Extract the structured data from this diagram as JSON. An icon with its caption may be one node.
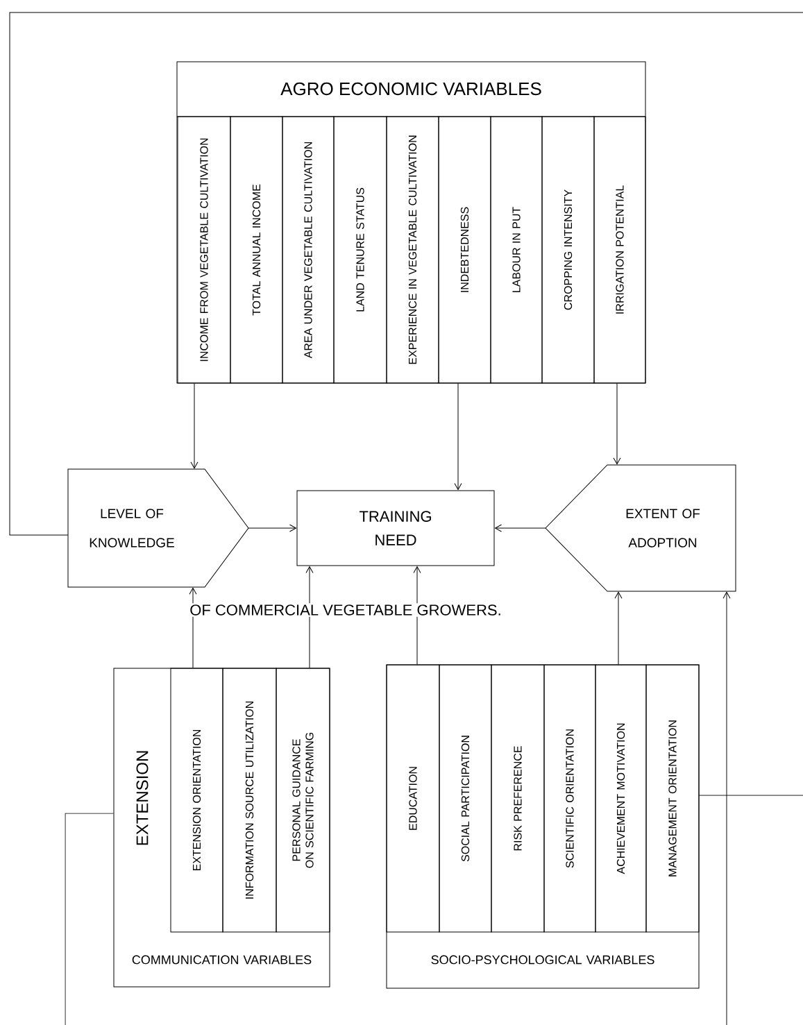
{
  "diagram": {
    "nodes": [
      {
        "text": [
          "AGRO ECONOMIC VARIABLES"
        ]
      },
      {
        "text": [
          "INCOME FROM VEGETABLE CULTIVATION"
        ],
        "in": 0
      },
      {
        "text": [
          "TOTAL ANNUAL INCOME"
        ],
        "in": 0
      },
      {
        "text": [
          "AREA UNDER VEGETABLE CULTIVATION"
        ],
        "in": 0
      },
      {
        "text": [
          "LAND TENURE STATUS"
        ],
        "in": 0
      },
      {
        "text": [
          "EXPERIENCE IN VEGETABLE CULTIVATION"
        ],
        "in": 0
      },
      {
        "text": [
          "INDEBTEDNESS"
        ],
        "in": 0
      },
      {
        "text": [
          "LABOUR IN PUT"
        ],
        "in": 0
      },
      {
        "text": [
          "CROPPING INTENSITY"
        ],
        "in": 0
      },
      {
        "text": [
          "IRRIGATION POTENTIAL"
        ],
        "in": 0
      },
      {
        "text": [
          "LEVEL OF KNOWLEDGE"
        ]
      },
      {
        "text": [
          "TRAINING NEED"
        ]
      },
      {
        "text": [
          "EXTENT OF ADOPTION"
        ]
      },
      {
        "text": [
          "EXTENSION",
          "COMMUNICATION VARIABLES"
        ]
      },
      {
        "text": [
          "EXTENSION ORIENTATION"
        ],
        "in": 13
      },
      {
        "text": [
          "INFORMATION SOURCE UTILIZATION"
        ],
        "in": 13
      },
      {
        "text": [
          "PERSONAL GUIDANCE ON SCIENTIFIC FARMING"
        ],
        "in": 13
      },
      {
        "text": [
          "SOCIO-PSYCHOLOGICAL VARIABLES"
        ]
      },
      {
        "text": [
          "EDUCATION"
        ],
        "in": 17
      },
      {
        "text": [
          "SOCIAL PARTICIPATION"
        ],
        "in": 17
      },
      {
        "text": [
          "RISK PREFERENCE"
        ],
        "in": 17
      },
      {
        "text": [
          "SCIENTIFIC ORIENTATION"
        ],
        "in": 17
      },
      {
        "text": [
          "ACHIEVEMENT MOTIVATION"
        ],
        "in": 17
      },
      {
        "text": [
          "MANAGEMENT ORIENTATION"
        ],
        "in": 17
      }
    ],
    "edges": [
      {
        "from": 0,
        "to": 10,
        "arrow": "to"
      },
      {
        "from": 0,
        "to": 11,
        "arrow": "to"
      },
      {
        "from": 0,
        "to": 12,
        "arrow": "to"
      },
      {
        "from": 10,
        "to": 11,
        "arrow": "to"
      },
      {
        "from": 12,
        "to": 11,
        "arrow": "to"
      },
      {
        "from": 13,
        "to": 10,
        "arrow": "to"
      },
      {
        "from": 13,
        "to": 11,
        "arrow": "to"
      },
      {
        "from": 17,
        "to": 11,
        "arrow": "to"
      },
      {
        "from": 17,
        "to": 12,
        "arrow": "to"
      },
      {
        "from": 10,
        "to": null,
        "arrow": "none"
      },
      {
        "from": 13,
        "to": null,
        "arrow": "none"
      },
      {
        "from": null,
        "to": 12,
        "arrow": "to"
      },
      {
        "from": 17,
        "to": null,
        "arrow": "none"
      }
    ],
    "labels": [
      "OF COMMERCIAL VEGETABLE GROWERS."
    ]
  }
}
